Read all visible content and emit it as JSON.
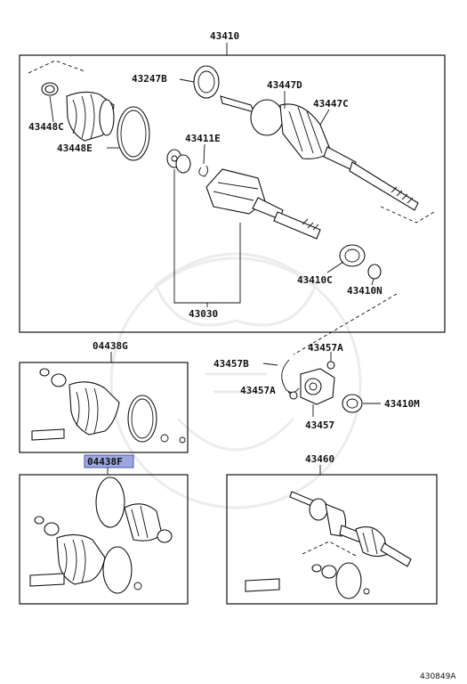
{
  "labels": {
    "main_assembly": "43410",
    "p43247b": "43247B",
    "p43447d": "43447D",
    "p43447c": "43447C",
    "p43448c": "43448C",
    "p43411e": "43411E",
    "p43448e": "43448E",
    "p43410c": "43410C",
    "p43410n": "43410N",
    "p43030": "43030",
    "kit_g": "04438G",
    "kit_f": "04438F",
    "p43457b": "43457B",
    "p43457a_top": "43457A",
    "p43457a_left": "43457A",
    "p43410m": "43410M",
    "p43457": "43457",
    "p43460": "43460",
    "figure_code": "430849A"
  },
  "colors": {
    "highlight_fill": "#9ea6e0",
    "line": "#111111",
    "watermark": "#ececec"
  }
}
